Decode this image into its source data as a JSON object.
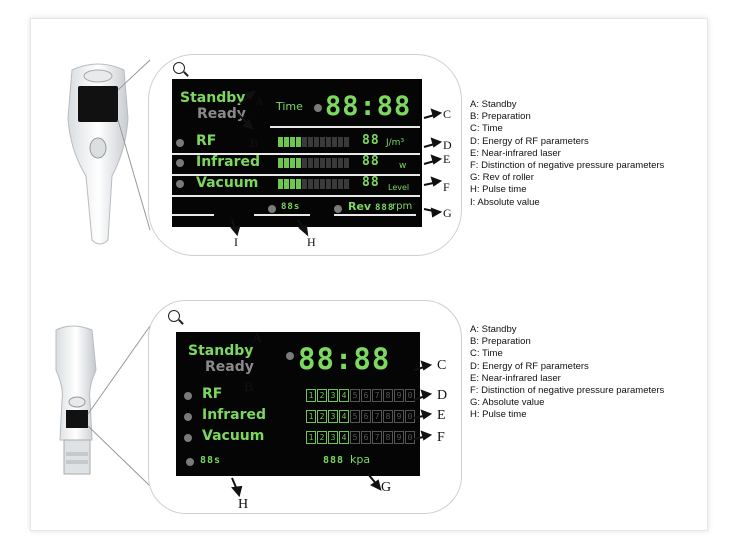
{
  "top": {
    "labels": {
      "standby": "Standby",
      "ready": "Ready",
      "time": "Time",
      "rf": "RF",
      "infrared": "Infrared",
      "vacuum": "Vacuum",
      "rev": "Rev"
    },
    "display": {
      "clock": "88:88",
      "rf_value": "88",
      "rf_unit": "J/m³",
      "ir_value": "88",
      "ir_unit": "w",
      "vac_value": "88",
      "vac_unit": "Level",
      "pulse": "88s",
      "rev_value": "888",
      "rev_unit": "rpm"
    },
    "letters": {
      "A": "A",
      "B": "B",
      "C": "C",
      "D": "D",
      "E": "E",
      "F": "F",
      "G": "G",
      "H": "H",
      "I": "I"
    },
    "legend": [
      "A: Standby",
      "B: Preparation",
      "C: Time",
      "D: Energy of RF parameters",
      "E: Near-infrared laser",
      "F: Distinction of negative pressure parameters",
      "G: Rev of roller",
      "H: Pulse time",
      "I: Absolute value"
    ]
  },
  "bottom": {
    "labels": {
      "standby": "Standby",
      "ready": "Ready",
      "rf": "RF",
      "infrared": "Infrared",
      "vacuum": "Vacuum"
    },
    "display": {
      "clock": "88:88",
      "pulse": "88s",
      "kpa_value": "888",
      "kpa_unit": "kpa"
    },
    "letters": {
      "A": "A",
      "B": "B",
      "C": "C",
      "D": "D",
      "E": "E",
      "F": "F",
      "G": "G",
      "H": "H"
    },
    "legend": [
      "A: Standby",
      "B: Preparation",
      "C: Time",
      "D: Energy of RF parameters",
      "E: Near-infrared laser",
      "F: Distinction of negative pressure parameters",
      "G: Absolute value",
      "H: Pulse time"
    ],
    "digits": [
      "1",
      "2",
      "3",
      "4",
      "5",
      "6",
      "7",
      "8",
      "9",
      "0"
    ]
  },
  "icons": [
    "zoom-icon"
  ],
  "colors": {
    "lcd_green": "#7cd85f",
    "lcd_bg": "#050505",
    "bubble_border": "#cfcfcf"
  }
}
